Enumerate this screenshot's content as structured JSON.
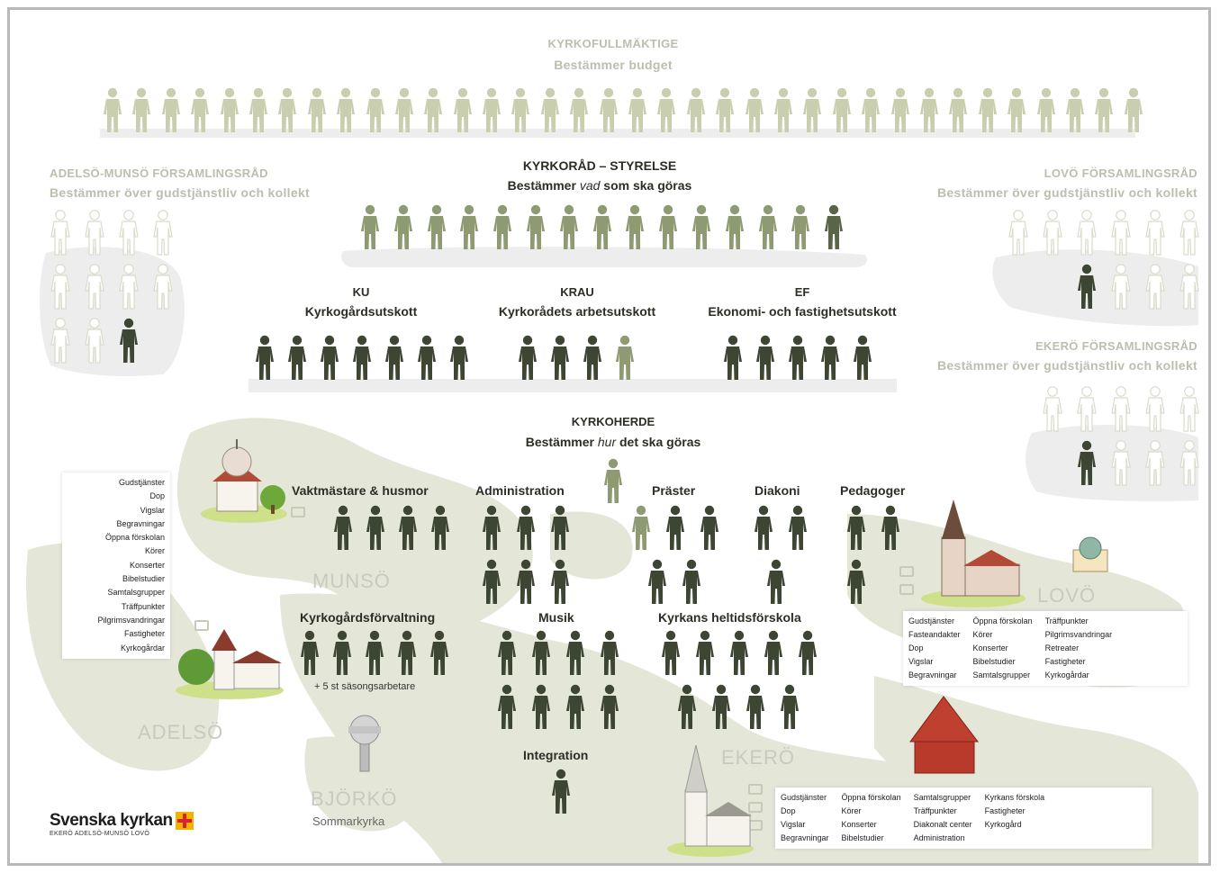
{
  "kyrkofullmaktige": {
    "title": "KYRKOFULLMÄKTIGE",
    "subtitle": "Bestämmer budget",
    "members": 36
  },
  "kyrkorad": {
    "title": "KYRKORÅD – STYRELSE",
    "subtitle_pre": "Bestämmer ",
    "subtitle_em": "vad",
    "subtitle_post": " som ska göras",
    "members": 15
  },
  "adelso_munso_rad": {
    "title": "ADELSÖ-MUNSÖ FÖRSAMLINGSRÅD",
    "subtitle": "Bestämmer över gudstjänstliv och kollekt"
  },
  "lovo_rad": {
    "title": "LOVÖ FÖRSAMLINGSRÅD",
    "subtitle": "Bestämmer över gudstjänstliv och kollekt"
  },
  "ekero_rad": {
    "title": "EKERÖ FÖRSAMLINGSRÅD",
    "subtitle": "Bestämmer över gudstjänstliv och kollekt"
  },
  "committees": [
    {
      "abbr": "KU",
      "name": "Kyrkogårdsutskott",
      "members": 7
    },
    {
      "abbr": "KRAU",
      "name": "Kyrkorådets arbetsutskott",
      "members": 4
    },
    {
      "abbr": "EF",
      "name": "Ekonomi- och fastighetsutskott",
      "members": 5
    }
  ],
  "kyrkoherde": {
    "title": "KYRKOHERDE",
    "subtitle_pre": "Bestämmer ",
    "subtitle_em": "hur",
    "subtitle_post": " det ska göras"
  },
  "staff": {
    "vaktmastare": "Vaktmästare & husmor",
    "administration": "Administration",
    "praster": "Präster",
    "diakoni": "Diakoni",
    "pedagoger": "Pedagoger",
    "kyrkogardsforvaltning": "Kyrkogårdsförvaltning",
    "sasong": "+ 5 st säsongsarbetare",
    "musik": "Musik",
    "forskola": "Kyrkans heltidsförskola",
    "integration": "Integration"
  },
  "places": {
    "munso": "MUNSÖ",
    "lovo": "LOVÖ",
    "adelso": "ADELSÖ",
    "ekero": "EKERÖ",
    "bjorko": "BJÖRKÖ",
    "bjorko_sub": "Sommarkyrka"
  },
  "munso_services": [
    "Gudstjänster",
    "Dop",
    "Vigslar",
    "Begravningar",
    "Öppna förskolan",
    "Körer",
    "Konserter",
    "Bibelstudier",
    "Samtalsgrupper",
    "Träffpunkter",
    "Pilgrimsvandringar",
    "Fastigheter",
    "Kyrkogårdar"
  ],
  "lovo_services": [
    [
      "Gudstjänster",
      "Fasteandakter",
      "Dop",
      "Vigslar",
      "Begravningar"
    ],
    [
      "Öppna förskolan",
      "Körer",
      "Konserter",
      "Bibelstudier",
      "Samtalsgrupper"
    ],
    [
      "Träffpunkter",
      "Pilgrimsvandringar",
      "Retreater",
      "Fastigheter",
      "Kyrkogårdar"
    ]
  ],
  "ekero_services": [
    [
      "Gudstjänster",
      "Dop",
      "Vigslar",
      "Begravningar"
    ],
    [
      "Öppna förskolan",
      "Körer",
      "Konserter",
      "Bibelstudier"
    ],
    [
      "Samtalsgrupper",
      "Träffpunkter",
      "Diakonalt center",
      "Administration"
    ],
    [
      "Kyrkans förskola",
      "Fastigheter",
      "Kyrkogård"
    ]
  ],
  "logo": {
    "name": "Svenska kyrkan",
    "sub": "EKERÖ ADELSÖ-MUNSÖ LOVÖ"
  },
  "colors": {
    "light_figure": "#c9cfae",
    "mid_figure": "#8e9a72",
    "dark_figure": "#3c4632",
    "outline_figure": "#d8dccb",
    "land": "#e3e6d6",
    "cloud": "#ececec"
  }
}
